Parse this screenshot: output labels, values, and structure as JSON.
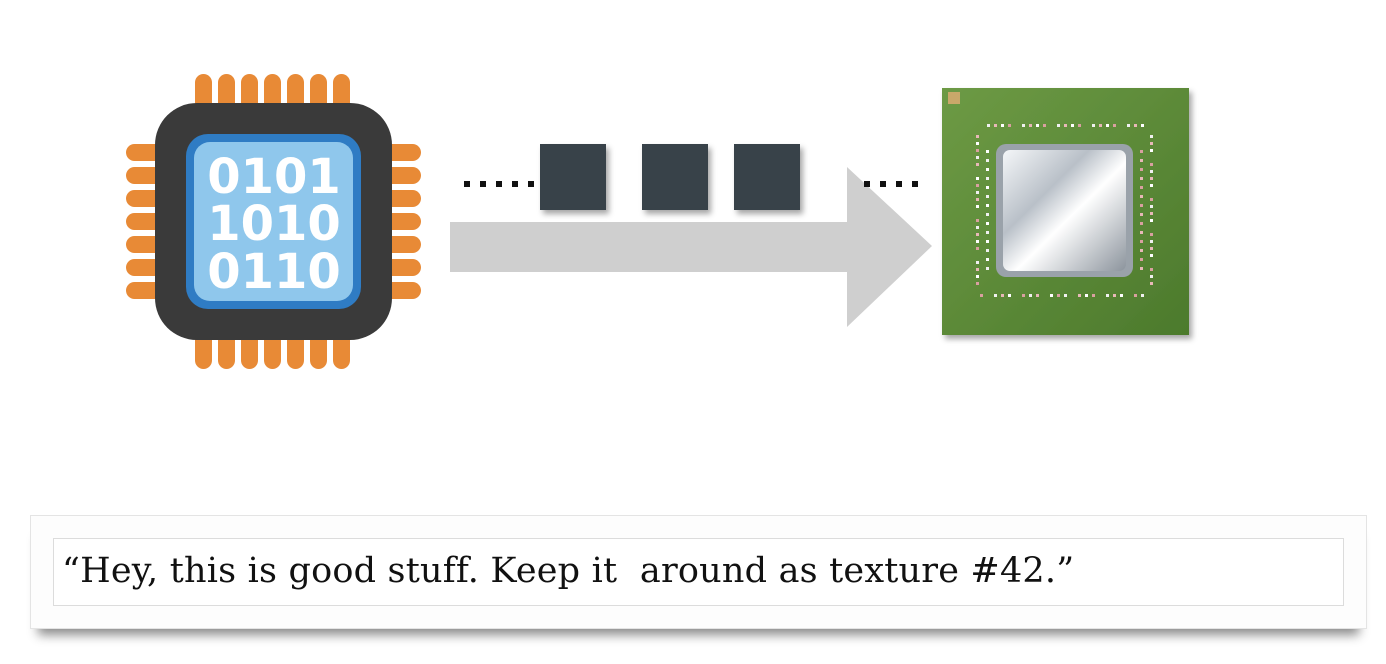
{
  "cpu_chip": {
    "icon": "microcontroller-chip-icon",
    "binary_lines": [
      "0101",
      "1010",
      "0110"
    ],
    "colors": {
      "pins": "#e88a36",
      "body": "#3a3a3a",
      "screen_outer": "#2f7cc4",
      "screen_inner": "#8fc7ec",
      "digits": "#ffffff"
    }
  },
  "transfer": {
    "arrow_color": "#cfcfcf",
    "block_color": "#37424a",
    "dots_color": "#111111",
    "block_count": 3
  },
  "gpu_chip": {
    "icon": "processor-die-chip-icon",
    "colors": {
      "board": "#5c8a37",
      "die": "#d8dde3"
    }
  },
  "caption": {
    "text": "“Hey, this is good stuff. Keep it  around as texture #42.”"
  }
}
